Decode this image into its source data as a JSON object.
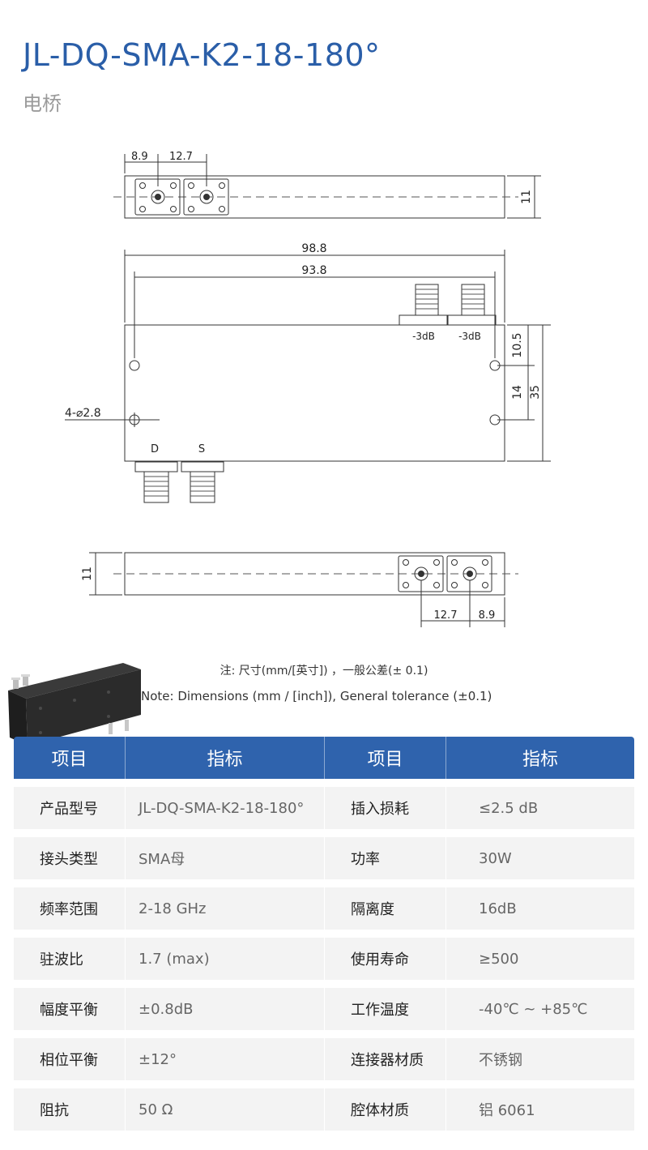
{
  "header": {
    "title": "JL-DQ-SMA-K2-18-180°",
    "subtitle": "电桥"
  },
  "drawing": {
    "top_dim_a": "8.9",
    "top_dim_b": "12.7",
    "top_height": "11",
    "len_total": "98.8",
    "len_holes": "93.8",
    "port_a": "-3dB",
    "port_b": "-3dB",
    "dim_hole_top": "10.5",
    "dim_hole_gap": "14",
    "dim_width": "35",
    "hole_callout": "4-⌀2.8",
    "port_d": "D",
    "port_s": "S",
    "bottom_height": "11",
    "bottom_dim_a": "12.7",
    "bottom_dim_b": "8.9"
  },
  "notes": {
    "cn": "注: 尺寸(mm/[英寸]) ，一般公差(± 0.1)",
    "en": "Note: Dimensions (mm / [inch]), General tolerance (±0.1)"
  },
  "table": {
    "headers": [
      "项目",
      "指标",
      "项目",
      "指标"
    ],
    "rows": [
      [
        "产品型号",
        "JL-DQ-SMA-K2-18-180°",
        "插入损耗",
        "≤2.5 dB"
      ],
      [
        "接头类型",
        "SMA母",
        "功率",
        "30W"
      ],
      [
        "频率范围",
        "2-18 GHz",
        "隔离度",
        "16dB"
      ],
      [
        "驻波比",
        "1.7 (max)",
        "使用寿命",
        "≥500"
      ],
      [
        "幅度平衡",
        "±0.8dB",
        "工作温度",
        "-40℃ ~ +85℃"
      ],
      [
        "相位平衡",
        "±12°",
        "连接器材质",
        "不锈钢"
      ],
      [
        "阻抗",
        "50 Ω",
        "腔体材质",
        "铝 6061"
      ]
    ]
  }
}
